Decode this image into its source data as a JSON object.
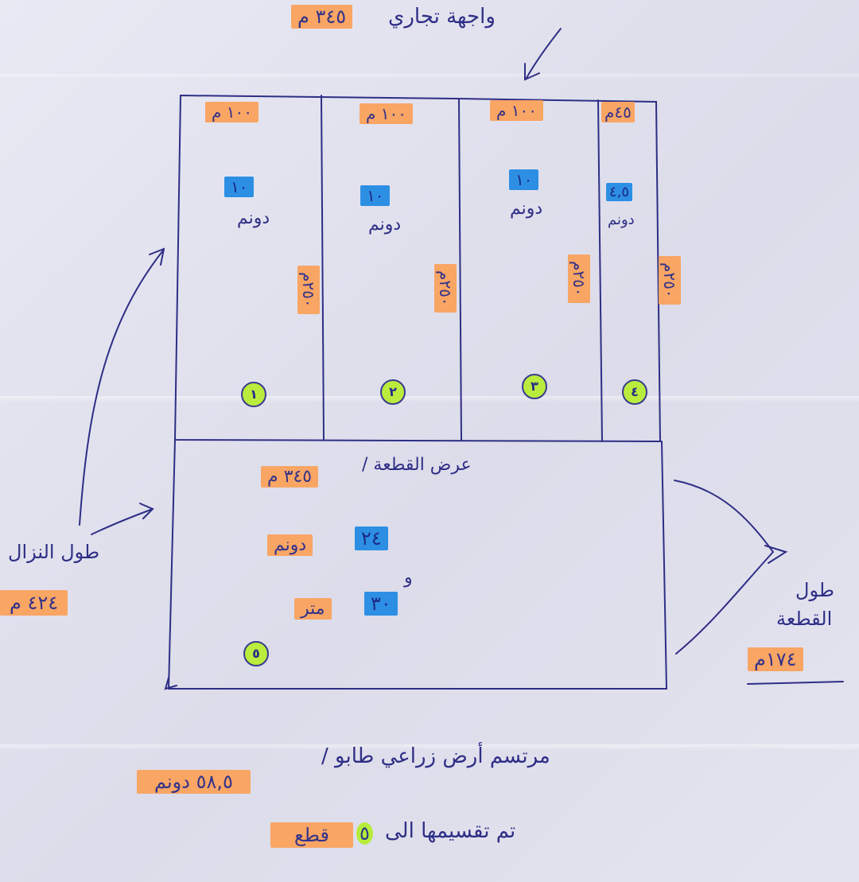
{
  "top": {
    "label": "واجهة تجاري",
    "value": "٣٤٥ م"
  },
  "plots": [
    {
      "id": "1",
      "width": "١٠٠ م",
      "area": "١٠",
      "unit": "دونم",
      "depth": "٢٥٠م",
      "number": "١"
    },
    {
      "id": "2",
      "width": "١٠٠ م",
      "area": "١٠",
      "unit": "دونم",
      "depth": "٢٥٠م",
      "number": "٢"
    },
    {
      "id": "3",
      "width": "١٠٠ م",
      "area": "١٠",
      "unit": "دونم",
      "depth": "٢٥٠م",
      "number": "٣"
    },
    {
      "id": "4",
      "width": "٤٥م",
      "area": "٤,٥",
      "unit": "دونم",
      "depth": "٢٥٠م",
      "number": "٤"
    }
  ],
  "plot5": {
    "width_label": "عرض القطعة /",
    "width_value": "٣٤٥ م",
    "area_value": "٢٤",
    "area_unit": "دونم",
    "and": "و",
    "extra_value": "٣٠",
    "extra_unit": "متر",
    "number": "٥"
  },
  "left_note": {
    "label": "طول النزال",
    "value": "٤٢٤ م"
  },
  "right_note": {
    "line1": "طول",
    "line2": "القطعة",
    "value": "١٧٤م"
  },
  "footer": {
    "line1_label": "مرتسم أرض زراعي طابو /",
    "line1_value": "٥٨,٥ دونم",
    "line2_label": "تم تقسيمها الى",
    "line2_count": "٥",
    "line2_unit": "قطع"
  },
  "colors": {
    "ink": "#2e2e86",
    "orange": "#f9a564",
    "blue": "#2d8fe4",
    "green": "#b6ec3a"
  }
}
